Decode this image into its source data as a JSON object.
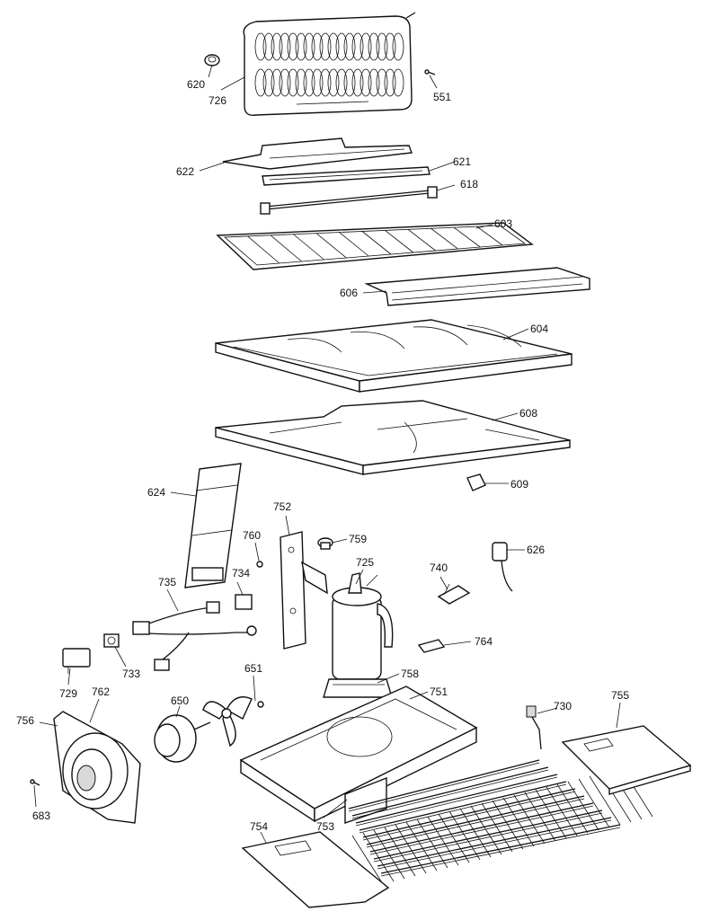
{
  "labels": [
    {
      "id": "620",
      "text": "620"
    },
    {
      "id": "726",
      "text": "726"
    },
    {
      "id": "551",
      "text": "551"
    },
    {
      "id": "622",
      "text": "622"
    },
    {
      "id": "621",
      "text": "621"
    },
    {
      "id": "618",
      "text": "618"
    },
    {
      "id": "603",
      "text": "603"
    },
    {
      "id": "606",
      "text": "606"
    },
    {
      "id": "604",
      "text": "604"
    },
    {
      "id": "608",
      "text": "608"
    },
    {
      "id": "609",
      "text": "609"
    },
    {
      "id": "624",
      "text": "624"
    },
    {
      "id": "752",
      "text": "752"
    },
    {
      "id": "760",
      "text": "760"
    },
    {
      "id": "759",
      "text": "759"
    },
    {
      "id": "725",
      "text": "725"
    },
    {
      "id": "740",
      "text": "740"
    },
    {
      "id": "626",
      "text": "626"
    },
    {
      "id": "734",
      "text": "734"
    },
    {
      "id": "735",
      "text": "735"
    },
    {
      "id": "764",
      "text": "764"
    },
    {
      "id": "733",
      "text": "733"
    },
    {
      "id": "729",
      "text": "729"
    },
    {
      "id": "651",
      "text": "651"
    },
    {
      "id": "758",
      "text": "758"
    },
    {
      "id": "751",
      "text": "751"
    },
    {
      "id": "730",
      "text": "730"
    },
    {
      "id": "755",
      "text": "755"
    },
    {
      "id": "756",
      "text": "756"
    },
    {
      "id": "762",
      "text": "762"
    },
    {
      "id": "650",
      "text": "650"
    },
    {
      "id": "683",
      "text": "683"
    },
    {
      "id": "754",
      "text": "754"
    },
    {
      "id": "753",
      "text": "753"
    }
  ]
}
